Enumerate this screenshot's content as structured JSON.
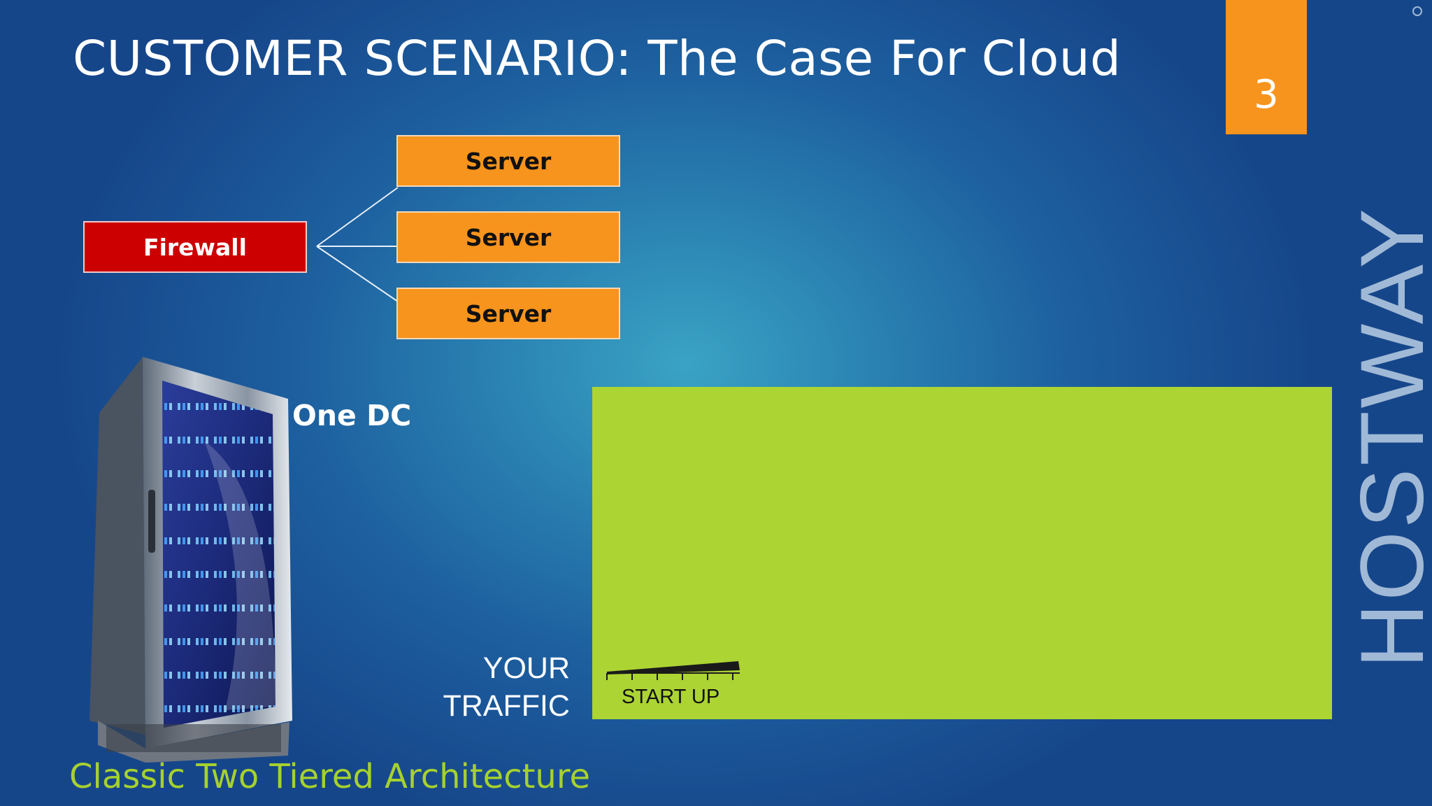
{
  "slide": {
    "title": "CUSTOMER SCENARIO: The Case For Cloud",
    "page_number": "3",
    "subtitle": "Classic Two Tiered Architecture",
    "brand": "HOSTWAY"
  },
  "diagram": {
    "firewall_label": "Firewall",
    "servers": [
      "Server",
      "Server",
      "Server"
    ],
    "dc_label": "One DC"
  },
  "traffic": {
    "line1": "YOUR",
    "line2": "TRAFFIC",
    "stage_label": "START UP"
  },
  "colors": {
    "server": "#f7941d",
    "firewall": "#cc0000",
    "chart_bg": "#acd433",
    "subtitle": "#a6d12e",
    "badge": "#f7941d"
  }
}
